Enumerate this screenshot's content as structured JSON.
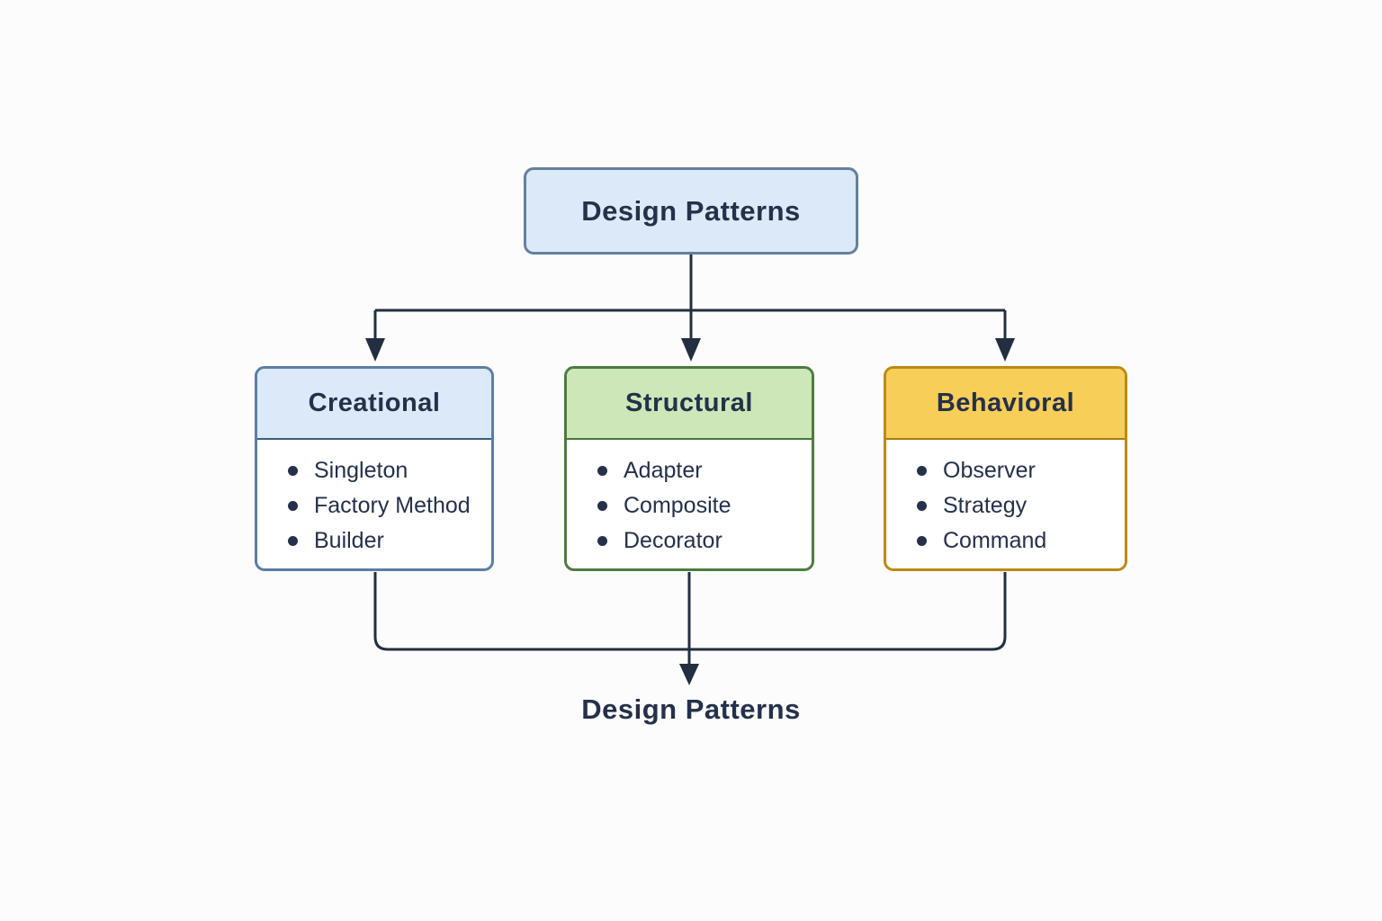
{
  "diagram": {
    "root": {
      "label": "Design Patterns"
    },
    "categories": [
      {
        "name": "Creational",
        "items": [
          "Singleton",
          "Factory Method",
          "Builder"
        ],
        "header_bg": "#dbe9f8",
        "border_color": "#5b7ea3",
        "divider_color": "#3f5d7c"
      },
      {
        "name": "Structural",
        "items": [
          "Adapter",
          "Composite",
          "Decorator"
        ],
        "header_bg": "#cde7b9",
        "border_color": "#4d7c3f",
        "divider_color": "#46763a"
      },
      {
        "name": "Behavioral",
        "items": [
          "Observer",
          "Strategy",
          "Command"
        ],
        "header_bg": "#f6ce58",
        "border_color": "#bd8a12",
        "divider_color": "#a87d10"
      }
    ],
    "footer_label": "Design Patterns",
    "colors": {
      "background": "#fcfcfc",
      "root_fill": "#dce9f8",
      "root_border": "#64809e",
      "connector": "#222f40",
      "text": "#25304a"
    }
  }
}
